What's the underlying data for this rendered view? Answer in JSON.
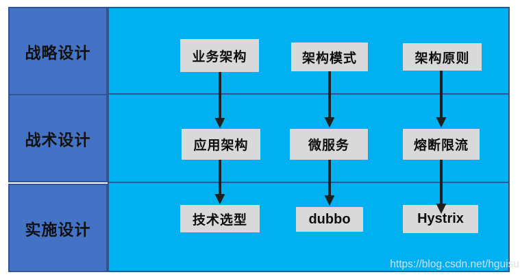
{
  "diagram": {
    "stages": [
      {
        "label": "战略设计",
        "boxes": [
          "业务架构",
          "架构模式",
          "架构原则"
        ]
      },
      {
        "label": "战术设计",
        "boxes": [
          "应用架构",
          "微服务",
          "熔断限流"
        ]
      },
      {
        "label": "实施设计",
        "boxes": [
          "技术选型",
          "dubbo",
          "Hystrix"
        ]
      }
    ]
  },
  "watermark": "https://blog.csdn.net/hguisu",
  "colors": {
    "stage_column": "#4472C4",
    "canvas": "#00B0F0",
    "border": "#2F5597",
    "node_fill": "#D9D9D9",
    "arrow": "#1F1F1F",
    "watermark_text": "#DDE3E6"
  }
}
